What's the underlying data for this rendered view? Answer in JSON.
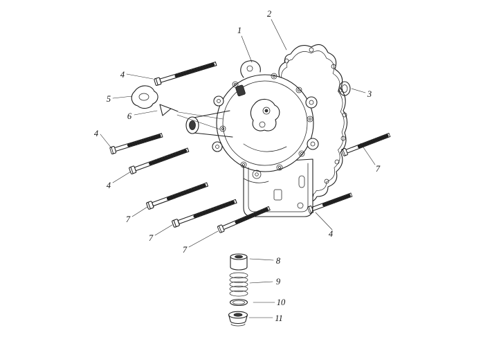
{
  "figure": {
    "background": "#ffffff",
    "line_color": "#1f1f1f",
    "dark_fill": "#3a3a3a"
  },
  "labels": {
    "n1": "1",
    "n2": "2",
    "n3": "3",
    "n4": "4",
    "n5": "5",
    "n6": "6",
    "n7": "7",
    "n8": "8",
    "n9": "9",
    "n10": "10",
    "n11": "11"
  }
}
